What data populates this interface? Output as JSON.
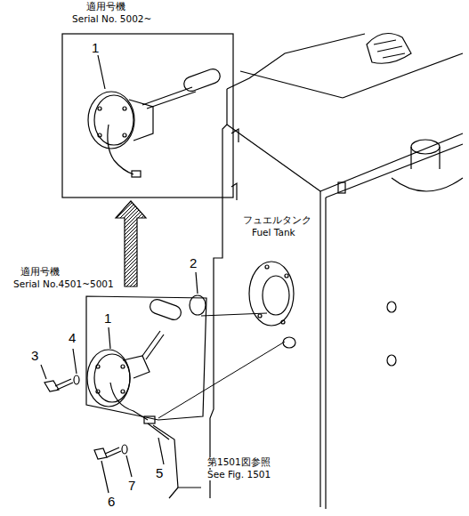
{
  "diagram": {
    "labels": [
      "適用号機",
      "Serial No. 5002~",
      "1",
      "フュエルタンク",
      "Fuel Tank",
      "2",
      "適用号機",
      "Serial No.4501~5001",
      "1",
      "3",
      "4",
      "5",
      "6",
      "7",
      "第1501図参照",
      "See Fig. 1501"
    ]
  }
}
